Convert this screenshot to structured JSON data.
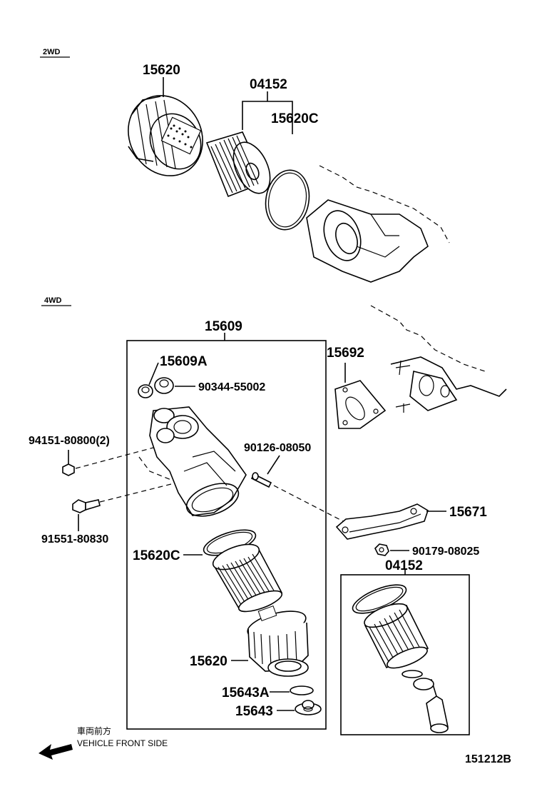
{
  "sections": {
    "top": "2WD",
    "bottom": "4WD"
  },
  "parts": {
    "p15620_top": "15620",
    "p04152_top": "04152",
    "p15620C_top": "15620C",
    "p15609": "15609",
    "p15609A": "15609A",
    "p90344": "90344-55002",
    "p94151": "94151-80800(2)",
    "p90126": "90126-08050",
    "p15692": "15692",
    "p91551": "91551-80830",
    "p15671": "15671",
    "p15620C_bot": "15620C",
    "p90179": "90179-08025",
    "p04152_bot": "04152",
    "p15620_bot": "15620",
    "p15643A": "15643A",
    "p15643": "15643"
  },
  "footer": {
    "jp_label": "車両前方",
    "front_label": "VEHICLE FRONT SIDE",
    "diagram_id": "151212B"
  },
  "icons": {
    "front_arrow": "left-arrow-icon"
  }
}
